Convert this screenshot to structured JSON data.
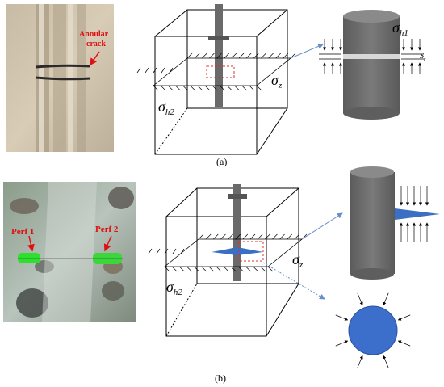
{
  "panel_a": {
    "label": "(a)",
    "photo_label": "Annular crack",
    "photo_label_line1": "Annular",
    "photo_label_line2": "crack",
    "sigma_z": "σ",
    "sigma_z_sub": "z",
    "sigma_h2": "σ",
    "sigma_h2_sub": "h2",
    "sigma_h1": "σ",
    "sigma_h1_sub": "h1",
    "s_label": "S",
    "s_sub": "r"
  },
  "panel_b": {
    "label": "(b)",
    "perf1": "Perf 1",
    "perf2": "Perf 2",
    "sigma_z": "σ",
    "sigma_z_sub": "z",
    "sigma_h2": "σ",
    "sigma_h2_sub": "h2"
  },
  "colors": {
    "crack_label": "#e01010",
    "fracture_blue": "#3a6fc4",
    "circle_blue": "#3c6fcc",
    "cylinder_gray": "#6b6b6b",
    "detail_box": "#e03030",
    "arrow_blue": "#6a8ec8"
  }
}
